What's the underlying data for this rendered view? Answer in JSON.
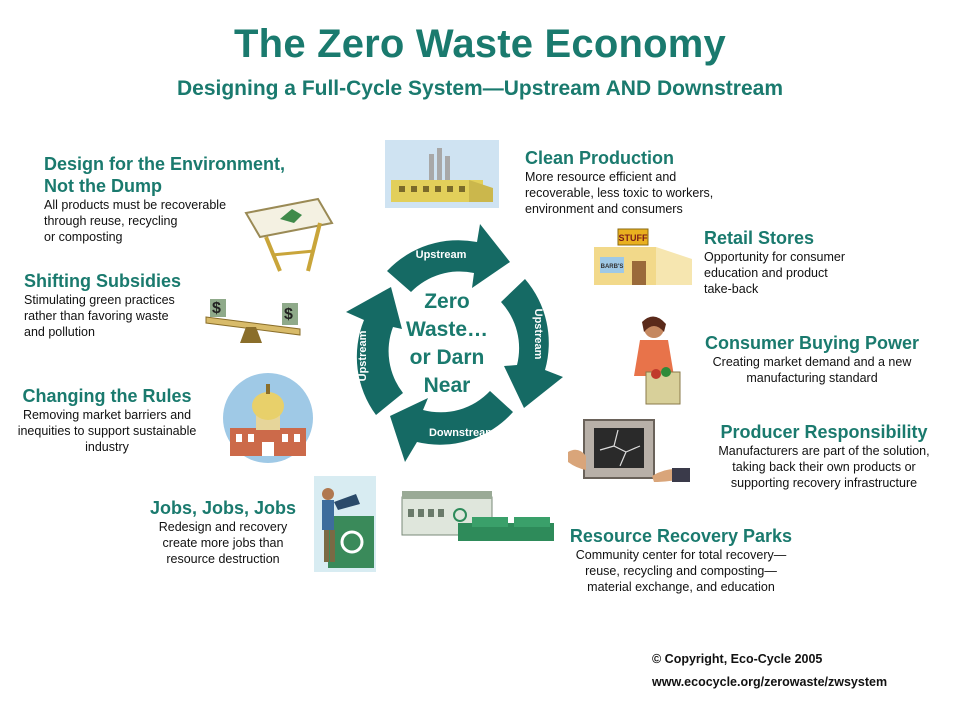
{
  "title": "The Zero Waste Economy",
  "subtitle": "Designing a Full-Cycle System—Upstream AND Downstream",
  "center": {
    "line1": "Zero",
    "line2": "Waste…",
    "line3": "or Darn",
    "line4": "Near"
  },
  "cycle_labels": {
    "top": "Upstream",
    "right": "Upstream",
    "bottom": "Downstream",
    "left": "Upstream"
  },
  "left_items": {
    "design": {
      "heading1": "Design for the Environment,",
      "heading2": "Not the Dump",
      "line1": "All products must be recoverable",
      "line2": "through reuse, recycling",
      "line3": "or composting"
    },
    "subsidies": {
      "heading": "Shifting Subsidies",
      "line1": "Stimulating green practices",
      "line2": "rather than favoring waste",
      "line3": "and pollution"
    },
    "rules": {
      "heading": "Changing the Rules",
      "line1": "Removing market barriers and",
      "line2": "inequities to support sustainable",
      "line3": "industry"
    },
    "jobs": {
      "heading": "Jobs, Jobs, Jobs",
      "line1": "Redesign and recovery",
      "line2": "create more jobs than",
      "line3": "resource destruction"
    }
  },
  "right_items": {
    "clean": {
      "heading": "Clean Production",
      "line1": "More resource efficient and",
      "line2": "recoverable, less toxic to workers,",
      "line3": "environment and consumers"
    },
    "retail": {
      "heading": "Retail Stores",
      "line1": "Opportunity for consumer",
      "line2": "education and product",
      "line3": "take-back"
    },
    "consumer": {
      "heading": "Consumer Buying Power",
      "line1": "Creating market demand and a new",
      "line2": "manufacturing standard"
    },
    "producer": {
      "heading": "Producer Responsibility",
      "line1": "Manufacturers are part of the solution,",
      "line2": "taking back their own products or",
      "line3": "supporting recovery infrastructure"
    },
    "parks": {
      "heading": "Resource Recovery Parks",
      "line1": "Community center for total recovery—",
      "line2": "reuse, recycling and composting—",
      "line3": "material exchange, and education"
    }
  },
  "store_sign": "STUFF",
  "store_window": "BARB'S",
  "footer": {
    "copyright": "© Copyright, Eco-Cycle 2005",
    "url": "www.ecocycle.org/zerowaste/zwsystem"
  },
  "colors": {
    "accent": "#1a7a6e",
    "arrow": "#156a64"
  },
  "icons": [
    "drafting-table-icon",
    "seesaw-scale-icon",
    "capitol-building-icon",
    "recycling-worker-icon",
    "factory-icon",
    "store-icon",
    "shopper-icon",
    "broken-monitor-icon",
    "recovery-park-icon"
  ]
}
